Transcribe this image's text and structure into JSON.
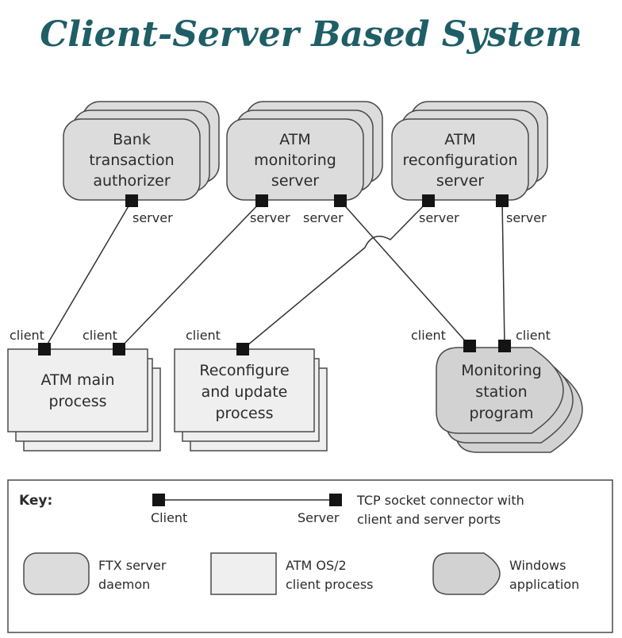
{
  "title": "Client-Server Based System",
  "components": {
    "bank": {
      "lines": [
        "Bank",
        "transaction",
        "authorizer"
      ],
      "ports": [
        "server"
      ]
    },
    "atm_monitoring": {
      "lines": [
        "ATM",
        "monitoring",
        "server"
      ],
      "ports": [
        "server",
        "server"
      ]
    },
    "atm_reconfig": {
      "lines": [
        "ATM",
        "reconfiguration",
        "server"
      ],
      "ports": [
        "server",
        "server"
      ]
    },
    "atm_main": {
      "lines": [
        "ATM main",
        "process"
      ],
      "ports": [
        "client",
        "client"
      ]
    },
    "reconfigure": {
      "lines": [
        "Reconfigure",
        "and update",
        "process"
      ],
      "ports": [
        "client"
      ]
    },
    "monitoring_station": {
      "lines": [
        "Monitoring",
        "station",
        "program"
      ],
      "ports": [
        "client",
        "client"
      ]
    }
  },
  "key": {
    "label": "Key:",
    "connector": {
      "client": "Client",
      "server": "Server",
      "desc": [
        "TCP socket connector with",
        "client and server ports"
      ]
    },
    "ftx": [
      "FTX server",
      "daemon"
    ],
    "os2": [
      "ATM OS/2",
      "client process"
    ],
    "windows": [
      "Windows",
      "application"
    ]
  }
}
